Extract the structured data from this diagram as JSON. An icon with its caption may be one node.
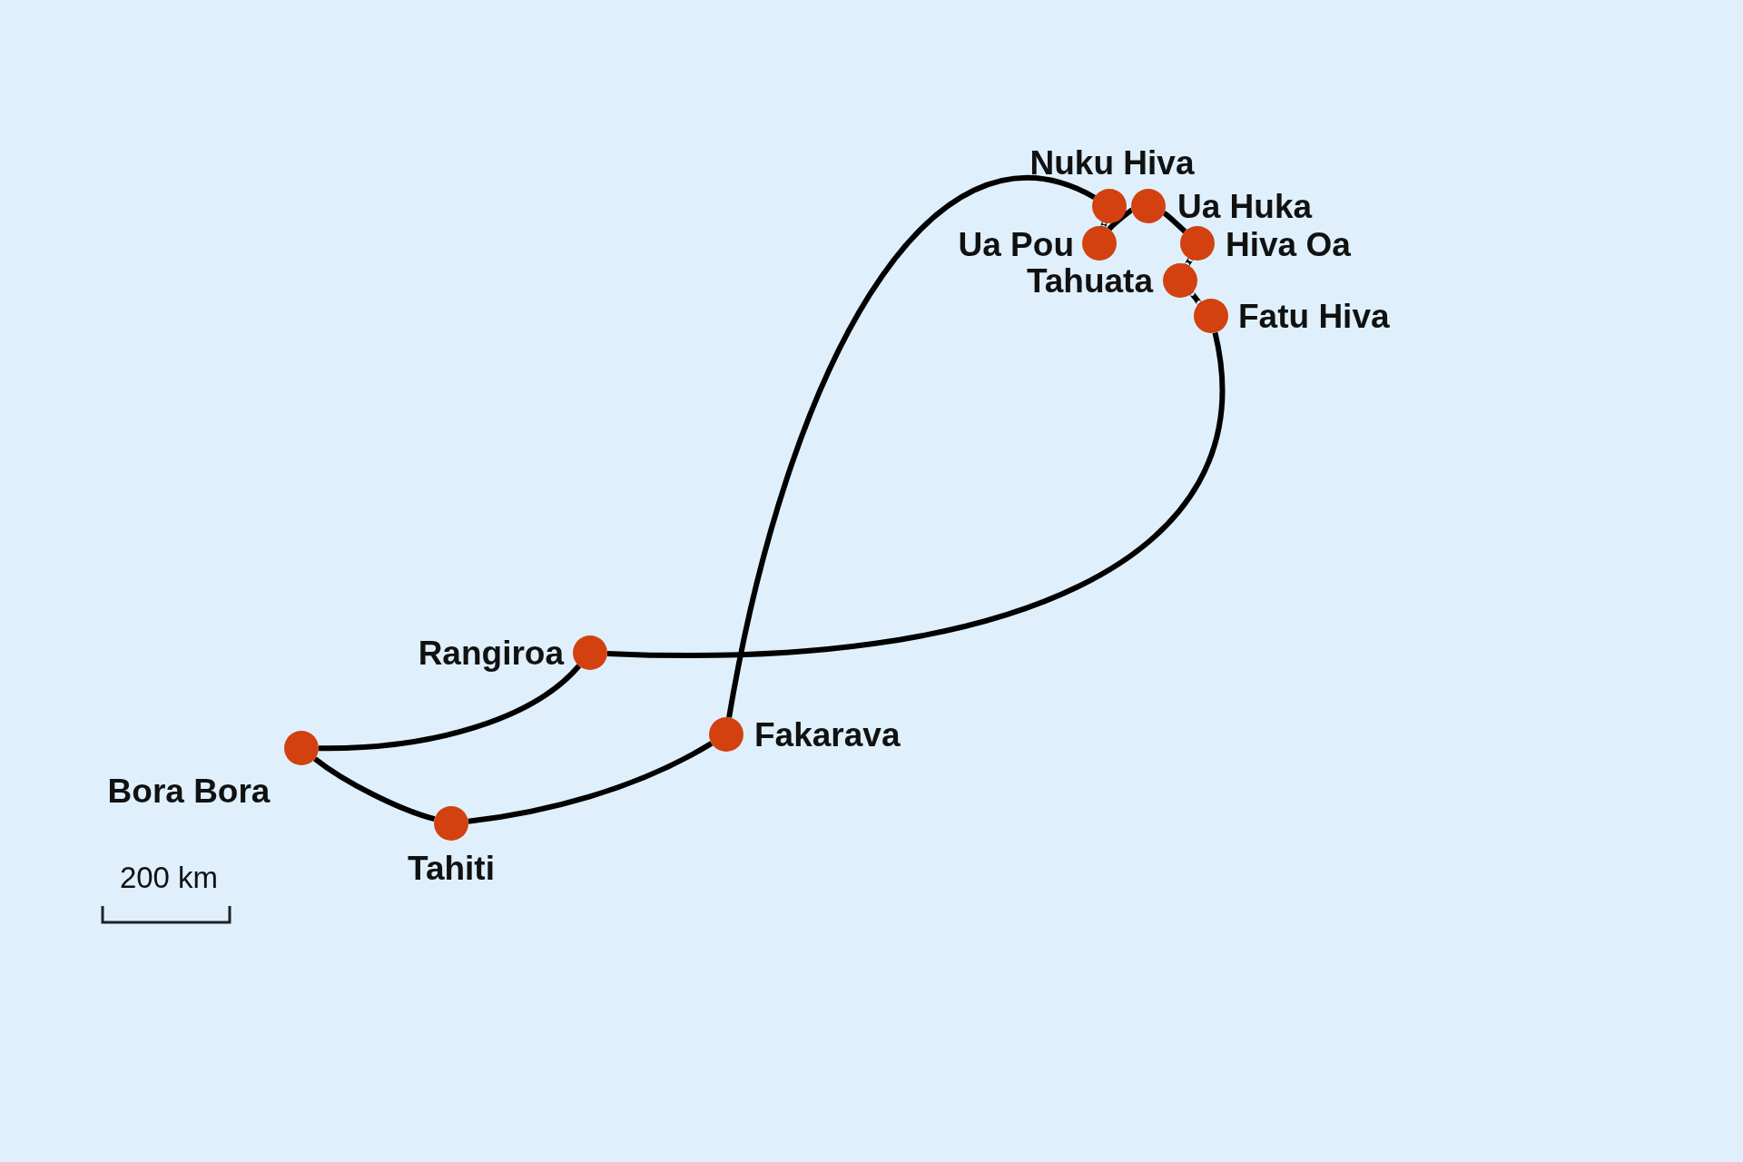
{
  "diagram": {
    "nodes": [
      {
        "text": [
          "Nuku Hiva"
        ]
      },
      {
        "text": [
          "Ua Huka"
        ]
      },
      {
        "text": [
          "Ua Pou"
        ]
      },
      {
        "text": [
          "Hiva Oa"
        ]
      },
      {
        "text": [
          "Tahuata"
        ]
      },
      {
        "text": [
          "Fatu Hiva"
        ]
      },
      {
        "text": [
          "Rangiroa"
        ]
      },
      {
        "text": [
          "Fakarava"
        ]
      },
      {
        "text": [
          "Bora Bora"
        ]
      },
      {
        "text": [
          "Tahiti"
        ]
      }
    ],
    "edges": [
      {
        "from": 7,
        "to": 0,
        "arrow": "none"
      },
      {
        "from": 0,
        "to": 2,
        "arrow": "none"
      },
      {
        "from": 2,
        "to": 1,
        "arrow": "none"
      },
      {
        "from": 1,
        "to": 3,
        "arrow": "none"
      },
      {
        "from": 3,
        "to": 4,
        "arrow": "none"
      },
      {
        "from": 4,
        "to": 5,
        "arrow": "none"
      },
      {
        "from": 5,
        "to": 6,
        "arrow": "none"
      },
      {
        "from": 6,
        "to": 8,
        "arrow": "none"
      },
      {
        "from": 8,
        "to": 9,
        "arrow": "none"
      },
      {
        "from": 9,
        "to": 7,
        "arrow": "none"
      }
    ],
    "labels": [
      "200 km"
    ]
  }
}
